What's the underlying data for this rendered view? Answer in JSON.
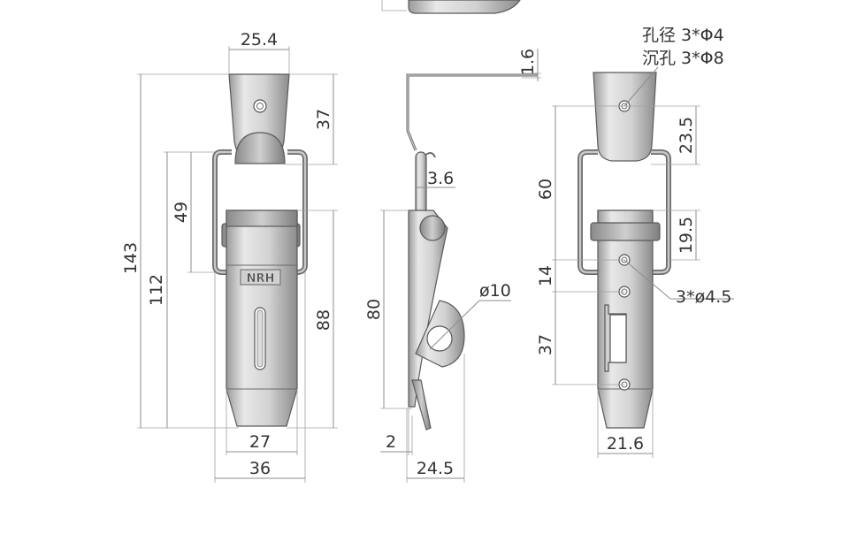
{
  "front_view": {
    "width_top": "25.4",
    "height_top_plate": "37",
    "height_total": "143",
    "height_body": "112",
    "height_loop": "49",
    "height_hasp": "88",
    "width_hasp": "27",
    "width_loop": "36",
    "logo": "NRH"
  },
  "side_view": {
    "thickness": "1.6",
    "pin": "3.6",
    "height": "80",
    "eye_diameter": "ø10",
    "gap": "2",
    "depth": "24.5"
  },
  "back_view": {
    "note_hole": "孔径 3*Φ4",
    "note_countersink": "沉孔 3*Φ8",
    "height_top_hole": "23.5",
    "height_loop": "60",
    "height_mid": "19.5",
    "spacing_holes": "14",
    "height_bottom": "37",
    "hole_callout": "3*ø4.5",
    "width_bottom": "21.6"
  },
  "colors": {
    "metal_light": "#e6e6e6",
    "metal_dark": "#a8a8a8",
    "dimension": "#8c8c8c"
  }
}
